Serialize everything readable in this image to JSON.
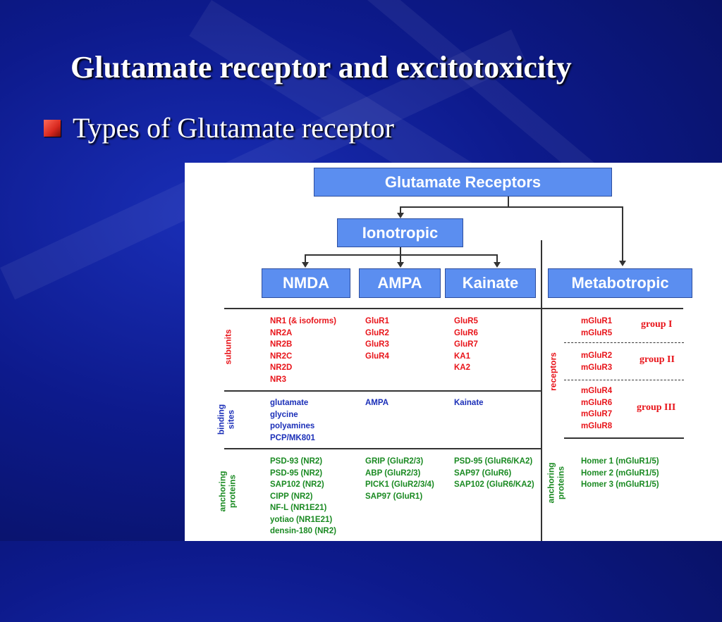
{
  "slide": {
    "title": "Glutamate receptor and excitotoxicity",
    "bullet": "Types of Glutamate receptor"
  },
  "diagram": {
    "root": "Glutamate Receptors",
    "ionotropic": "Ionotropic",
    "nmda": "NMDA",
    "ampa": "AMPA",
    "kainate": "Kainate",
    "metabotropic": "Metabotropic",
    "row_labels": {
      "subunits": "subunits",
      "binding_1": "binding",
      "binding_2": "sites",
      "anchoring_1": "anchoring",
      "anchoring_2": "proteins",
      "receptors": "receptors",
      "meta_anchoring_1": "anchoring",
      "meta_anchoring_2": "proteins"
    },
    "subunits": {
      "nmda": [
        "NR1 (& isoforms)",
        "NR2A",
        "NR2B",
        "NR2C",
        "NR2D",
        "NR3"
      ],
      "ampa": [
        "GluR1",
        "GluR2",
        "GluR3",
        "GluR4"
      ],
      "kainate": [
        "GluR5",
        "GluR6",
        "GluR7",
        "KA1",
        "KA2"
      ]
    },
    "binding": {
      "nmda": [
        "glutamate",
        "glycine",
        "polyamines",
        "PCP/MK801"
      ],
      "ampa": [
        "AMPA"
      ],
      "kainate": [
        "Kainate"
      ]
    },
    "anchoring": {
      "nmda": [
        "PSD-93 (NR2)",
        "PSD-95 (NR2)",
        "SAP102 (NR2)",
        "CIPP (NR2)",
        "NF-L (NR1E21)",
        "yotiao (NR1E21)",
        "densin-180 (NR2)"
      ],
      "ampa": [
        "GRIP (GluR2/3)",
        "ABP (GluR2/3)",
        "PICK1 (GluR2/3/4)",
        "SAP97 (GluR1)"
      ],
      "kainate": [
        "PSD-95 (GluR6/KA2)",
        "SAP97 (GluR6)",
        "SAP102 (GluR6/KA2)"
      ]
    },
    "metabotropic_groups": [
      {
        "label": "group I",
        "receptors": [
          "mGluR1",
          "mGluR5"
        ]
      },
      {
        "label": "group II",
        "receptors": [
          "mGluR2",
          "mGluR3"
        ]
      },
      {
        "label": "group III",
        "receptors": [
          "mGluR4",
          "mGluR6",
          "mGluR7",
          "mGluR8"
        ]
      }
    ],
    "meta_anchoring": [
      "Homer 1 (mGluR1/5)",
      "Homer 2 (mGluR1/5)",
      "Homer 3 (mGluR1/5)"
    ]
  },
  "colors": {
    "box_fill": "#5b8ef0",
    "subunit_text": "#e8141a",
    "binding_text": "#1b2fb8",
    "anchoring_text": "#1a8a22",
    "bullet": "#d8281e"
  }
}
